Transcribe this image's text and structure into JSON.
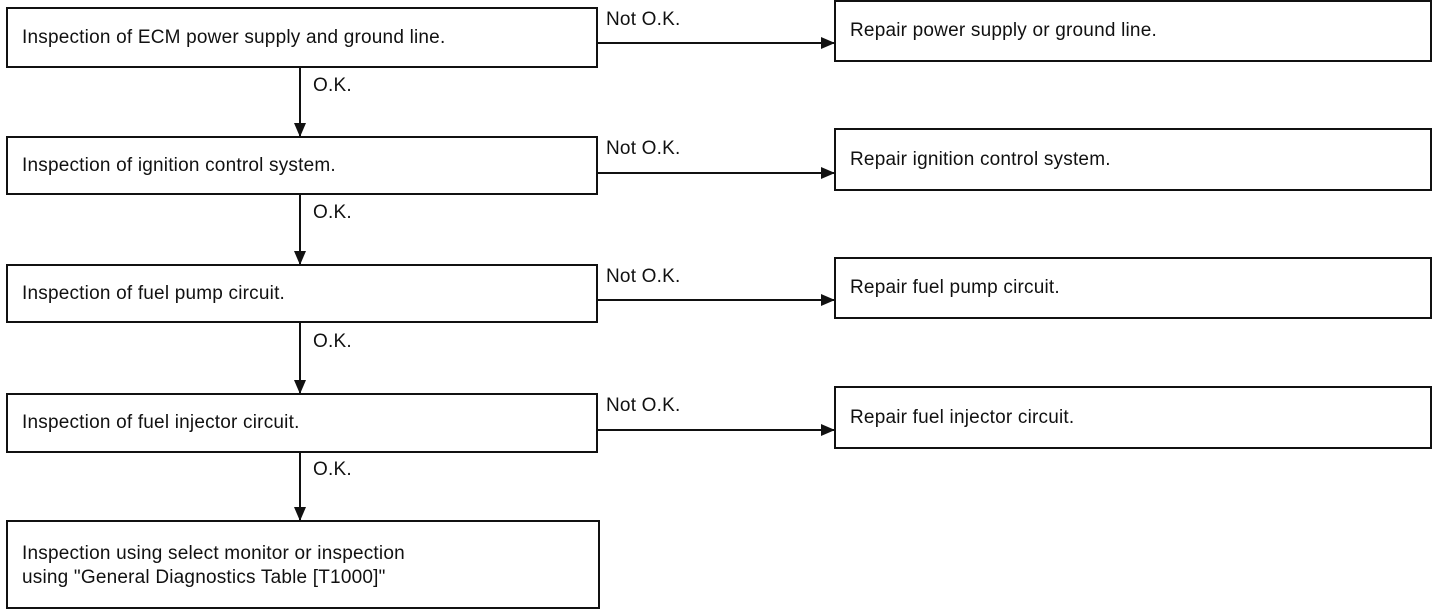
{
  "steps": [
    {
      "text": "Inspection of ECM power supply and ground line.",
      "fail_label": "Not O.K.",
      "fail_action": "Repair power supply or ground line.",
      "pass_label": "O.K."
    },
    {
      "text": "Inspection of ignition control system.",
      "fail_label": "Not O.K.",
      "fail_action": "Repair ignition control system.",
      "pass_label": "O.K."
    },
    {
      "text": "Inspection of fuel pump circuit.",
      "fail_label": "Not O.K.",
      "fail_action": "Repair fuel pump circuit.",
      "pass_label": "O.K."
    },
    {
      "text": "Inspection of fuel injector circuit.",
      "fail_label": "Not O.K.",
      "fail_action": "Repair fuel injector circuit.",
      "pass_label": "O.K."
    }
  ],
  "final_step": "Inspection using select monitor or inspection\nusing \"General Diagnostics Table [T1000]\""
}
